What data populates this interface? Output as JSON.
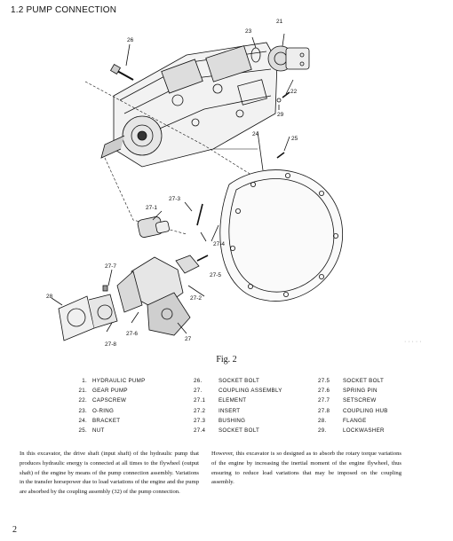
{
  "page_title": "1.2  PUMP CONNECTION",
  "figure_caption": "Fig. 2",
  "callouts": {
    "c21": "21",
    "c22": "22",
    "c23": "23",
    "c24": "24",
    "c25": "25",
    "c26": "26",
    "c27": "27",
    "c27_1": "27-1",
    "c27_2": "27-2",
    "c27_3": "27-3",
    "c27_4": "27-4",
    "c27_5": "27-5",
    "c27_6": "27-6",
    "c27_7": "27-7",
    "c27_8": "27-8",
    "c28": "28",
    "c29": "29"
  },
  "parts_list": [
    [
      {
        "num": "1.",
        "name": "HYDRAULIC PUMP"
      },
      {
        "num": "26.",
        "name": "SOCKET BOLT"
      },
      {
        "num": "27.5",
        "name": "SOCKET BOLT"
      }
    ],
    [
      {
        "num": "21.",
        "name": "GEAR PUMP"
      },
      {
        "num": "27.",
        "name": "COUPLING ASSEMBLY"
      },
      {
        "num": "27.6",
        "name": "SPRING PIN"
      }
    ],
    [
      {
        "num": "22.",
        "name": "CAPSCREW"
      },
      {
        "num": "27.1",
        "name": "ELEMENT"
      },
      {
        "num": "27.7",
        "name": "SETSCREW"
      }
    ],
    [
      {
        "num": "23.",
        "name": "O-RING"
      },
      {
        "num": "27.2",
        "name": "INSERT"
      },
      {
        "num": "27.8",
        "name": "COUPLING HUB"
      }
    ],
    [
      {
        "num": "24.",
        "name": "BRACKET"
      },
      {
        "num": "27.3",
        "name": "BUSHING"
      },
      {
        "num": "28.",
        "name": "FLANGE"
      }
    ],
    [
      {
        "num": "25.",
        "name": "NUT"
      },
      {
        "num": "27.4",
        "name": "SOCKET BOLT"
      },
      {
        "num": "29.",
        "name": "LOCKWASHER"
      }
    ]
  ],
  "body_text": {
    "left": "In this excavator, the drive shaft (input shaft) of the hydraulic pump that produces hydraulic energy is connected at all times to the flywheel (output shaft) of the engine by means of the pump connection assembly. Variations in the transfer horsepower due to load variations of the engine and the pump are absorbed by the coupling assembly (32) of the pump connection.",
    "right": "However, this excavator is so designed as to absorb the rotary torque variations of the engine by increasing the inertial moment of the engine flywheel, thus ensuring to reduce load variations that may be imposed on the coupling assembly."
  },
  "page_number": "2",
  "margin_mark": "· · · · ·"
}
